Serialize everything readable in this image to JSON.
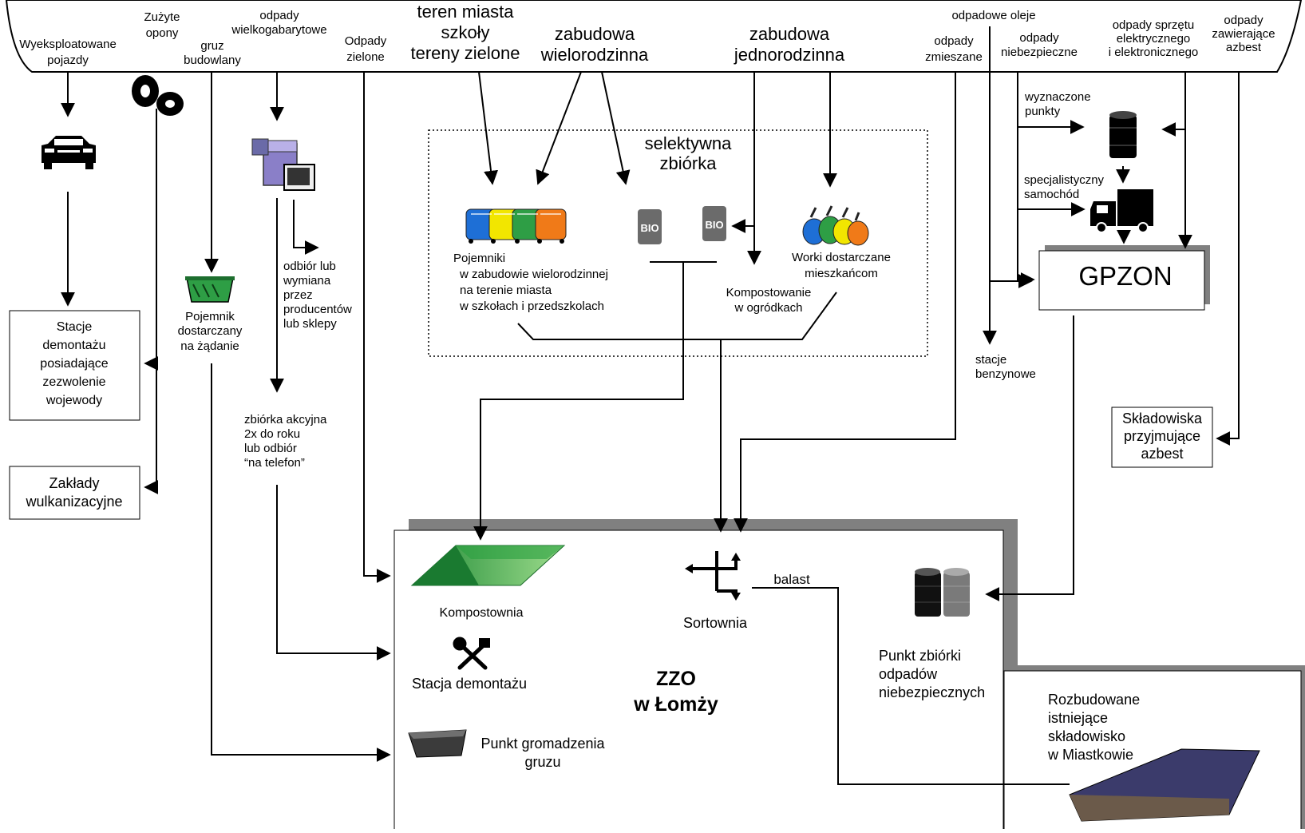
{
  "sources": {
    "vehicles": [
      "Wyeksploatowane",
      "pojazdy"
    ],
    "tyres": [
      "Zużyte",
      "opony"
    ],
    "rubble": [
      "gruz",
      "budowlany"
    ],
    "bulky": [
      "odpady",
      "wielkogabarytowe"
    ],
    "green": [
      "Odpady",
      "zielone"
    ],
    "city": [
      "teren miasta",
      "szkoły",
      "tereny zielone"
    ],
    "multi": [
      "zabudowa",
      "wielorodzinna"
    ],
    "single": [
      "zabudowa",
      "jednorodzinna"
    ],
    "oils": [
      "odpadowe oleje"
    ],
    "mixed": [
      "odpady",
      "zmieszane"
    ],
    "hazardous": [
      "odpady",
      "niebezpieczne"
    ],
    "electronic": [
      "odpady sprzętu",
      "elektrycznego",
      "i elektronicznego"
    ],
    "asbestos": [
      "odpady",
      "zawierające",
      "azbest"
    ]
  },
  "selective": {
    "title": [
      "selektywna",
      "zbiórka"
    ],
    "containers": [
      "Pojemniki",
      "w zabudowie wielorodzinnej",
      "na terenie miasta",
      "w szkołach i przedszkolach"
    ],
    "bags": [
      "Worki dostarczane",
      "mieszkańcom"
    ],
    "composting": [
      "Kompostowanie",
      "w ogródkach"
    ],
    "bio": "BIO"
  },
  "midlabels": {
    "bin_on_demand": [
      "Pojemnik",
      "dostarczany",
      "na żądanie"
    ],
    "producers": [
      "odbiór lub",
      "wymiana",
      "przez",
      "producentów",
      "lub sklepy"
    ],
    "campaign": [
      "zbiórka akcyjna",
      "2x do roku",
      "lub odbiór",
      "“na telefon”"
    ],
    "designated": [
      "wyznaczone",
      "punkty"
    ],
    "truck": [
      "specjalistyczny",
      "samochód"
    ],
    "stations": [
      "stacje",
      "benzynowe"
    ]
  },
  "boxes": {
    "dismantling": [
      "Stacje",
      "demontażu",
      "posiadające",
      "zezwolenie",
      "wojewody"
    ],
    "vulcanizing": [
      "Zakłady",
      "wulkanizacyjne"
    ],
    "gpzon": "GPZON",
    "asbestos_landfill": [
      "Składowiska",
      "przyjmujące",
      "azbest"
    ]
  },
  "zzo": {
    "title": [
      "ZZO",
      "w Łomży"
    ],
    "composting": "Kompostownia",
    "sorting": "Sortownia",
    "ballast": "balast",
    "dismantling": "Stacja demontażu",
    "rubble": [
      "Punkt gromadzenia",
      "gruzu"
    ],
    "hazardous": [
      "Punkt zbiórki",
      "odpadów",
      "niebezpiecznych"
    ]
  },
  "landfill": [
    "Rozbudowane",
    "istniejące",
    "składowisko",
    "w Miastkowie"
  ],
  "colors": {
    "compost": "#3aa64a",
    "frame_shadow": "#808080",
    "bio_box": "#6b6b6b",
    "landfill": "#3b3b6b"
  }
}
